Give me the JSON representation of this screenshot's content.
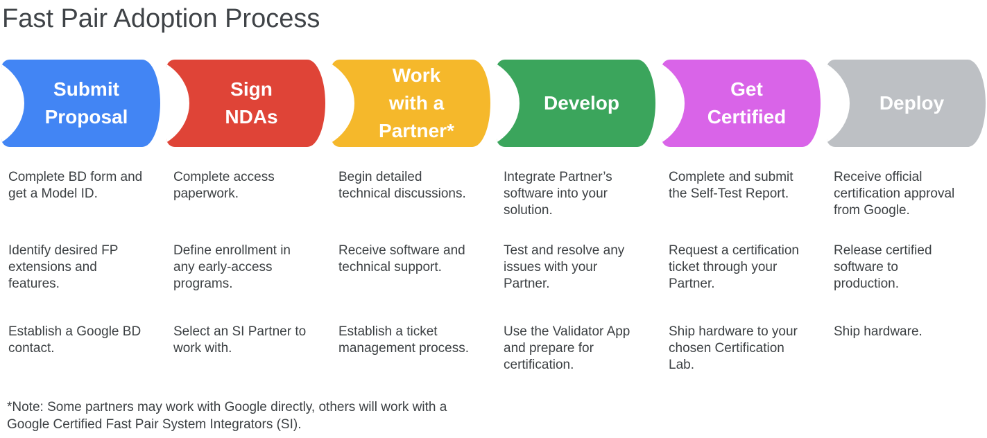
{
  "title": "Fast Pair Adoption Process",
  "footnote": "*Note: Some partners may work with Google directly, others will work with a\nGoogle Certified Fast Pair System Integrators (SI).",
  "colors": {
    "page_background": "#FFFFFF",
    "title_text": "#3F4347",
    "body_text": "#3C4043",
    "step_label_text": "#FFFFFF"
  },
  "steps": [
    {
      "name": "submit-proposal",
      "label": "Submit\nProposal",
      "color": "#4285F4",
      "tasks": [
        "Complete BD form and\nget a Model ID.",
        "Identify desired FP\nextensions and\nfeatures.",
        "Establish a Google BD\ncontact."
      ]
    },
    {
      "name": "sign-ndas",
      "label": "Sign\nNDAs",
      "color": "#DF4437",
      "tasks": [
        "Complete access\npaperwork.",
        "Define enrollment in\nany early-access\nprograms.",
        "Select an SI Partner to\nwork with."
      ]
    },
    {
      "name": "work-with-a-partner",
      "label": "Work\nwith a\nPartner*",
      "color": "#F5B82B",
      "tasks": [
        "Begin detailed\ntechnical discussions.",
        "Receive software and\ntechnical support.",
        "Establish a ticket\nmanagement process."
      ]
    },
    {
      "name": "develop",
      "label": "Develop",
      "color": "#3BA55C",
      "tasks": [
        "Integrate Partner’s\nsoftware into your\nsolution.",
        "Test and resolve any\nissues with your\nPartner.",
        "Use the Validator App\nand prepare for\ncertification."
      ]
    },
    {
      "name": "get-certified",
      "label": "Get\nCertified",
      "color": "#D964E8",
      "tasks": [
        "Complete and submit\nthe Self-Test Report.",
        "Request a certification\nticket through your\nPartner.",
        "Ship hardware to your\nchosen Certification\nLab."
      ]
    },
    {
      "name": "deploy",
      "label": "Deploy",
      "color": "#BDC0C4",
      "tasks": [
        "Receive official\ncertification approval\nfrom Google.",
        "Release certified\nsoftware to\nproduction.",
        "Ship hardware."
      ]
    }
  ]
}
